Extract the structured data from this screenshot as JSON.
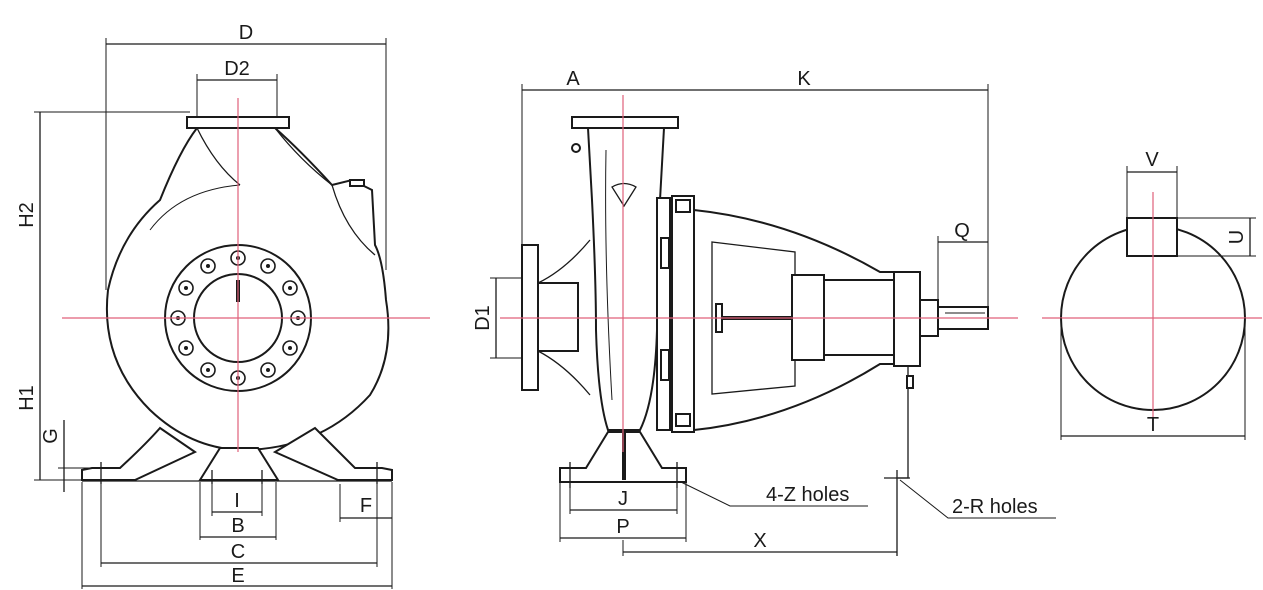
{
  "diagram": {
    "colors": {
      "line": "#1a1a1a",
      "centerline": "#e0607a",
      "background": "#ffffff"
    },
    "views": {
      "front": {
        "labels": {
          "D": "D",
          "D2": "D2",
          "H2": "H2",
          "H1": "H1",
          "G": "G",
          "I": "I",
          "B": "B",
          "C": "C",
          "E": "E",
          "F": "F"
        }
      },
      "side": {
        "labels": {
          "A": "A",
          "K": "K",
          "D1": "D1",
          "Q": "Q",
          "J": "J",
          "P": "P",
          "X": "X"
        },
        "callouts": {
          "foot_holes": "4-Z holes",
          "support_holes": "2-R holes"
        }
      },
      "shaft_section": {
        "labels": {
          "V": "V",
          "U": "U",
          "T": "T"
        }
      }
    }
  }
}
